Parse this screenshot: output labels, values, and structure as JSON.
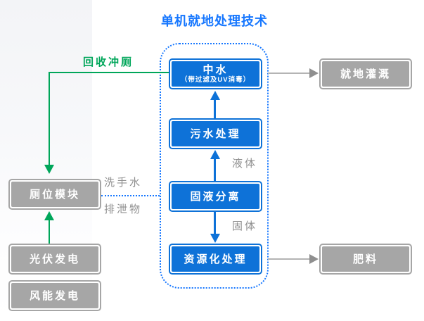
{
  "title": "单机就地处理技术",
  "nodes": {
    "reclaimed_water": {
      "label": "中水",
      "sublabel": "（带过滤及UV消毒）"
    },
    "sewage_treatment": {
      "label": "污水处理"
    },
    "solid_liquid_separation": {
      "label": "固液分离"
    },
    "resource_treatment": {
      "label": "资源化处理"
    },
    "onsite_irrigation": {
      "label": "就地灌溉"
    },
    "fertilizer": {
      "label": "肥料"
    },
    "toilet_module": {
      "label": "厕位模块"
    },
    "pv_power": {
      "label": "光伏发电"
    },
    "wind_power": {
      "label": "风能发电"
    }
  },
  "labels": {
    "recycle_flush": "回收冲厕",
    "handwash_water": "洗手水",
    "excreta": "排泄物",
    "liquid": "液体",
    "solid": "固体"
  },
  "colors": {
    "title_blue": "#1677ff",
    "node_blue": "#0e72d8",
    "arrow_green": "#00a65a",
    "node_gray": "#a6a6a6",
    "label_gray": "#8f8f8f"
  }
}
